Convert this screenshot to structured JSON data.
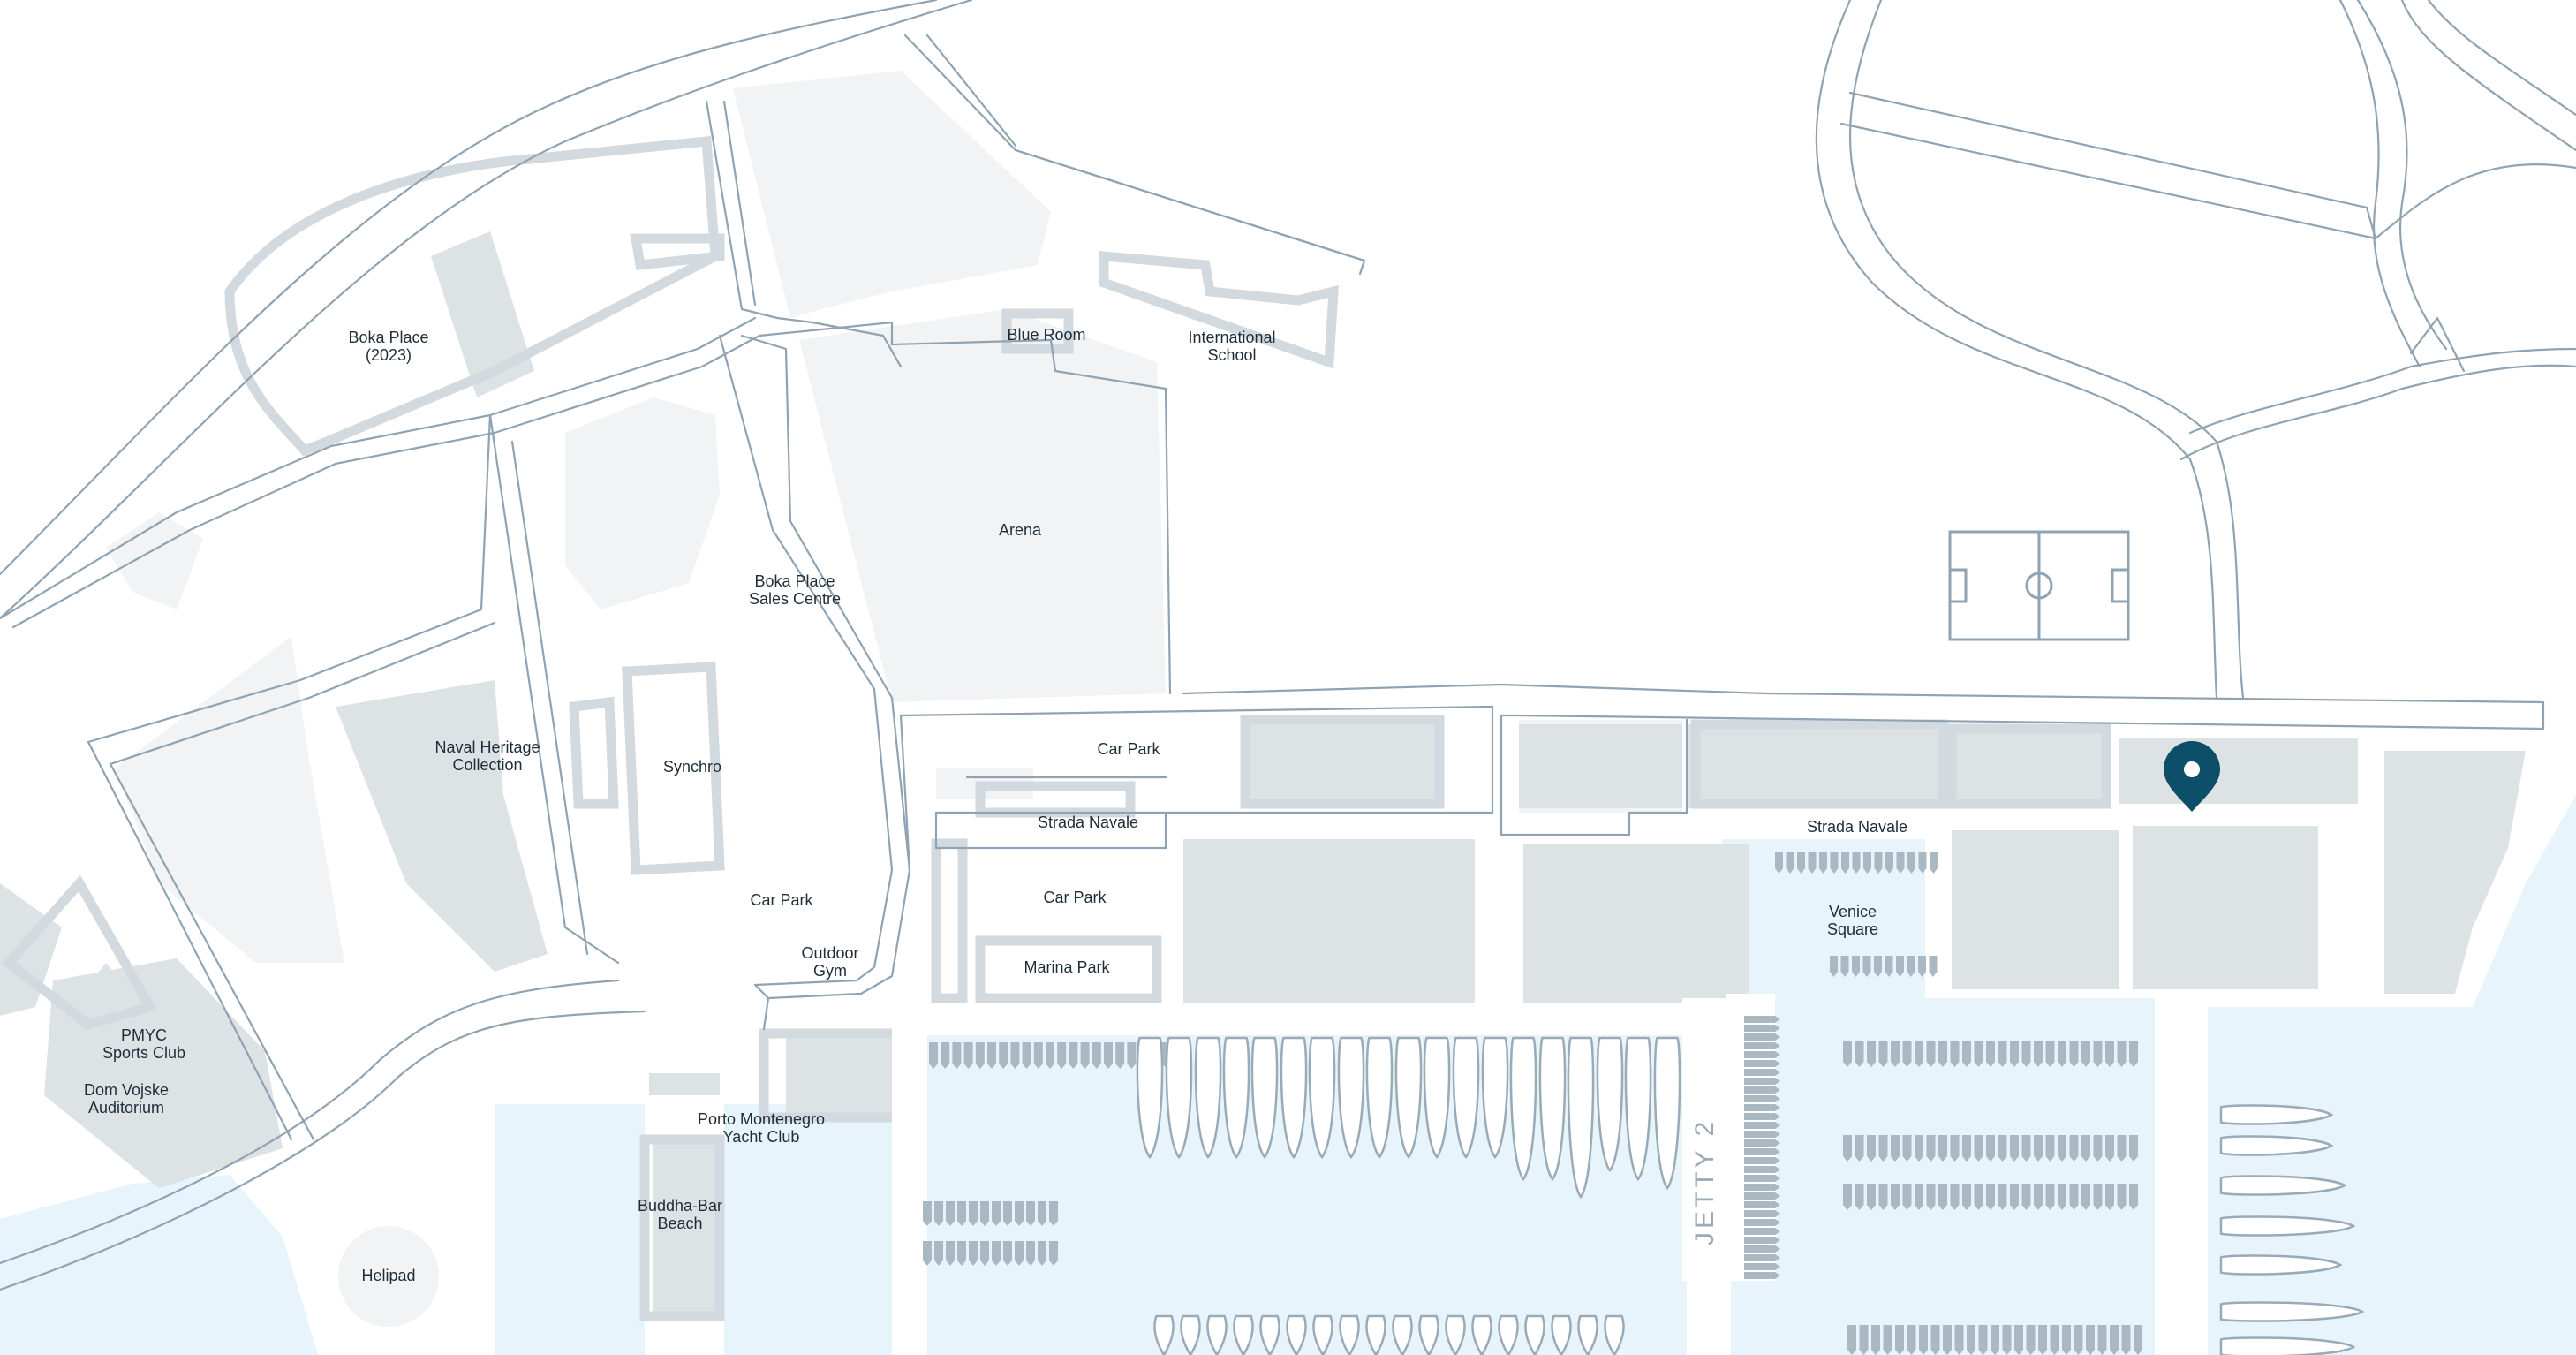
{
  "map": {
    "labels": {
      "boka_place": [
        "Boka Place",
        "(2023)"
      ],
      "blue_room": [
        "Blue Room"
      ],
      "international_school": [
        "International",
        "School"
      ],
      "arena": [
        "Arena"
      ],
      "boka_sales": [
        "Boka Place",
        "Sales Centre"
      ],
      "naval_heritage": [
        "Naval Heritage",
        "Collection"
      ],
      "synchro": [
        "Synchro"
      ],
      "car_park_north": [
        "Car Park"
      ],
      "strada_navale_west": [
        "Strada Navale"
      ],
      "strada_navale_east": [
        "Strada Navale"
      ],
      "car_park_mid": [
        "Car Park"
      ],
      "car_park_west": [
        "Car Park"
      ],
      "outdoor_gym": [
        "Outdoor",
        "Gym"
      ],
      "marina_park": [
        "Marina Park"
      ],
      "venice_square": [
        "Venice",
        "Square"
      ],
      "pmyc": [
        "PMYC",
        "Sports Club"
      ],
      "dom_vojske": [
        "Dom Vojske",
        "Auditorium"
      ],
      "yacht_club": [
        "Porto Montenegro",
        "Yacht Club"
      ],
      "buddha_bar": [
        "Buddha-Bar",
        "Beach"
      ],
      "helipad": [
        "Helipad"
      ],
      "jetty2": [
        "JETTY 2"
      ]
    },
    "marker": {
      "icon": "location-pin-icon",
      "color": "#0d4f68"
    },
    "colors": {
      "water": "#e8f4fb",
      "road_stroke": "#8fa3b3",
      "building": "#dde2e5",
      "land_pale": "#f1f3f4",
      "marker": "#0d4f68"
    }
  }
}
